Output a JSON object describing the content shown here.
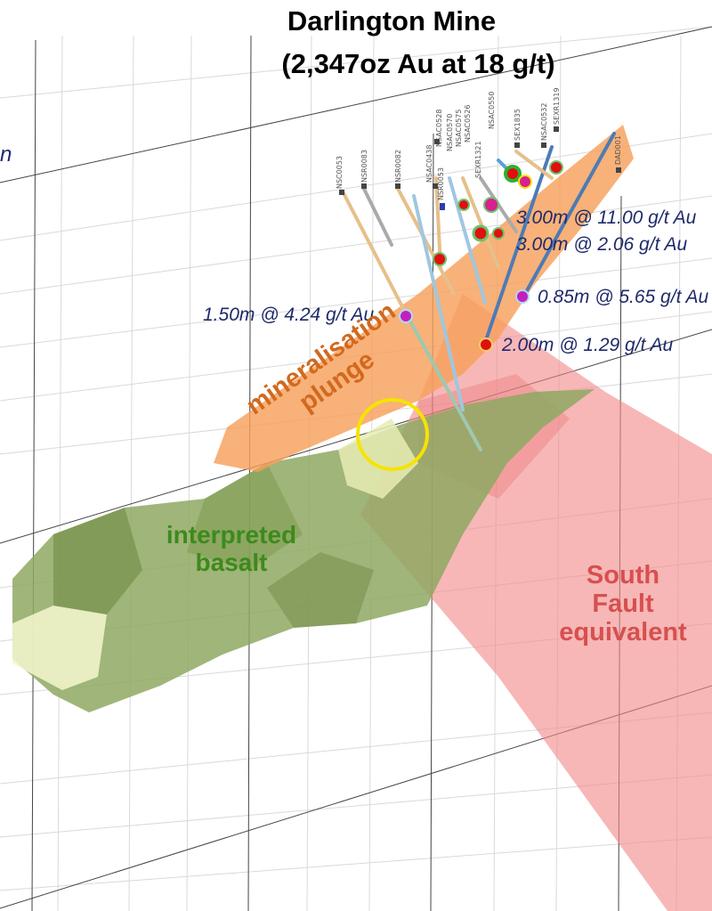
{
  "title_line1": "Darlington Mine",
  "title_line2": "(2,347oz Au at 18 g/t)",
  "left_fragment": "n",
  "intercepts": [
    {
      "text": "3.00m @ 11.00 g/t Au"
    },
    {
      "text": "3.00m @ 2.06 g/t Au"
    },
    {
      "text": "0.85m @ 5.65 g/t Au"
    },
    {
      "text": "1.50m @ 4.24 g/t Au"
    },
    {
      "text": "2.00m @ 1.29 g/t Au"
    }
  ],
  "labels": {
    "plunge_line1": "mineralisation",
    "plunge_line2": "plunge",
    "basalt_line1": "interpreted",
    "basalt_line2": "basalt",
    "fault_line1": "South",
    "fault_line2": "Fault",
    "fault_line3": "equivalent"
  },
  "drill_holes": [
    "NSC0053",
    "NSR0083",
    "NSR0082",
    "NSAC0438",
    "NSR0053",
    "NSAC0528",
    "NSAC0570",
    "NSAC0575",
    "NSAC0526",
    "SEXR1321",
    "NSAC0550",
    "SEX1835",
    "NSAC0532",
    "SEXR1319",
    "DAD001"
  ],
  "colors": {
    "plunge_zone": "#f7a05a",
    "fault_zone": "#f28b8b",
    "basalt": "#7a9a50",
    "target_circle": "#f5e400",
    "intercept_red": "#e01010",
    "intercept_magenta": "#c020c0",
    "label_navy": "#1f2a6b"
  }
}
